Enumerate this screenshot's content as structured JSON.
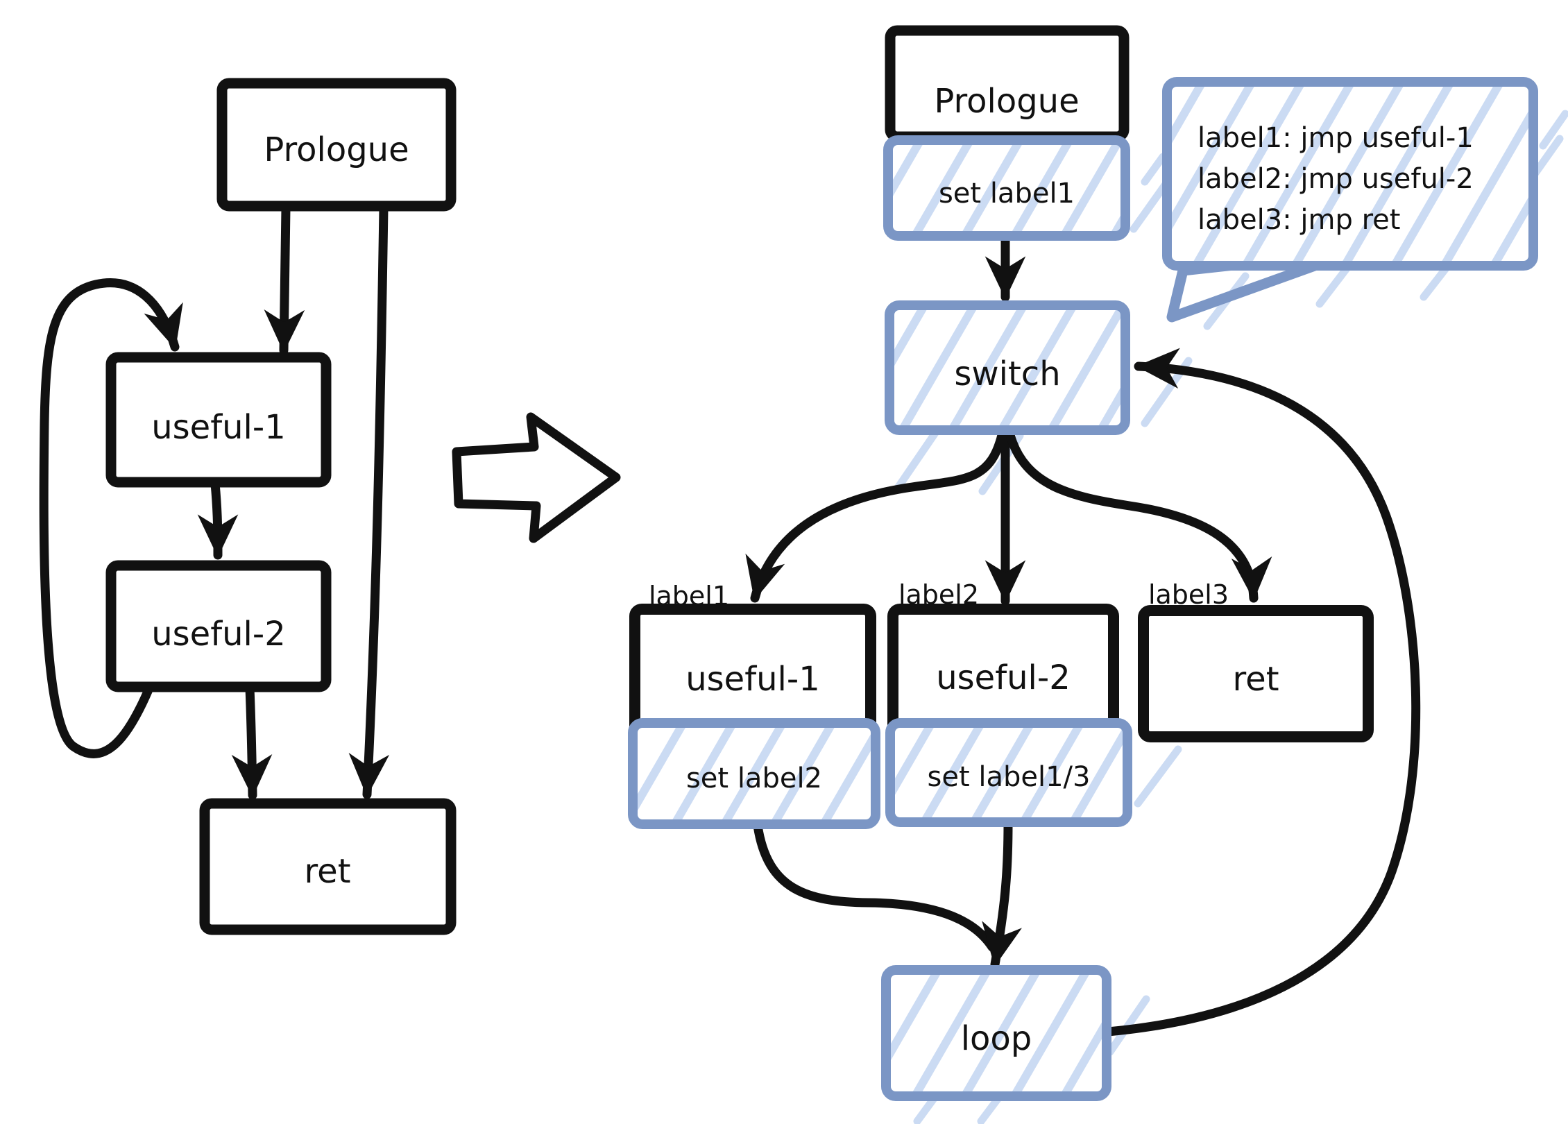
{
  "colors": {
    "ink": "#111111",
    "accent_blue": "#7b96c5",
    "hatch_blue": "#cbdbf3",
    "background": "#ffffff"
  },
  "left_graph": {
    "prologue": "Prologue",
    "useful1": "useful-1",
    "useful2": "useful-2",
    "ret": "ret"
  },
  "right_graph": {
    "prologue": "Prologue",
    "set_label1": "set label1",
    "dispatcher": "switch",
    "branch1": "label1",
    "branch2": "label2",
    "branch3": "label3",
    "useful1": "useful-1",
    "set_label2": "set label2",
    "useful2": "useful-2",
    "set_label13": "set label1/3",
    "ret": "ret",
    "loop": "loop"
  },
  "callout": {
    "line1": "label1: jmp useful-1",
    "line2": "label2: jmp useful-2",
    "line3": "label3: jmp ret"
  }
}
